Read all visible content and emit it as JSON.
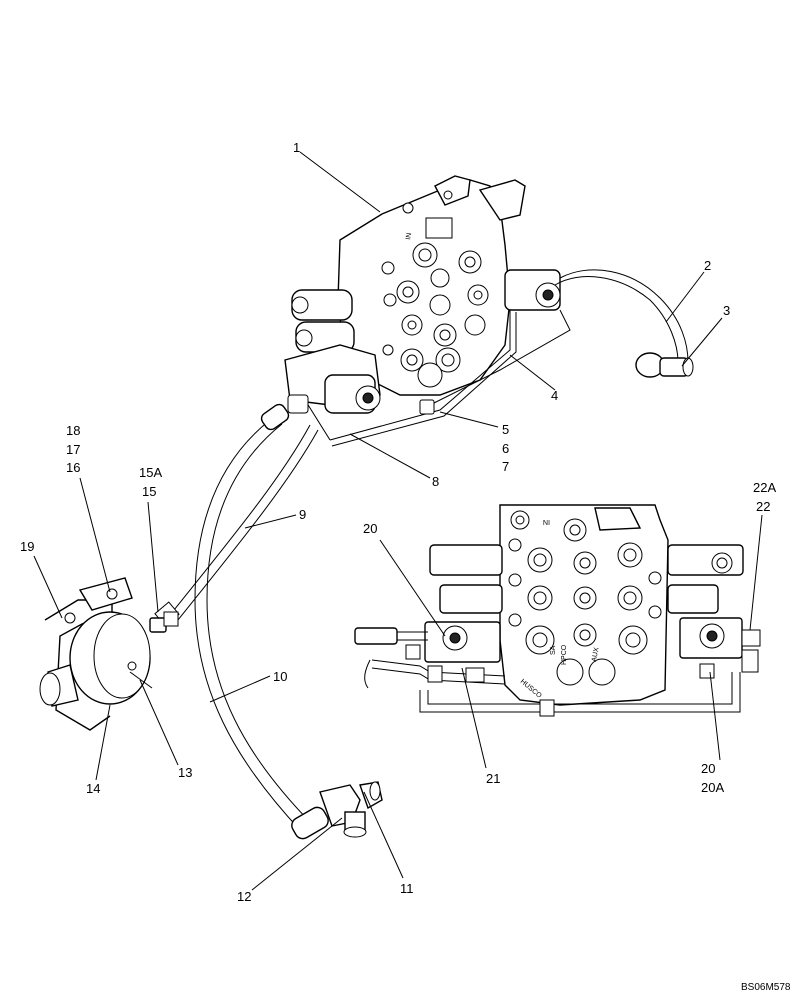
{
  "callouts": {
    "c1": "1",
    "c2": "2",
    "c3": "3",
    "c4": "4",
    "c5": "5",
    "c6": "6",
    "c7": "7",
    "c8": "8",
    "c9": "9",
    "c10": "10",
    "c11": "11",
    "c12": "12",
    "c13": "13",
    "c14": "14",
    "c15": "15",
    "c15A": "15A",
    "c16": "16",
    "c17": "17",
    "c18": "18",
    "c19": "19",
    "c20a": "20",
    "c20b": "20",
    "c20A": "20A",
    "c21": "21",
    "c22": "22",
    "c22A": "22A"
  },
  "valve_marks": {
    "in": "IN",
    "husco": "HUSCO",
    "aux": "AUX",
    "hpco": "HPCO",
    "sa": "SA"
  },
  "reference": "BS06M578"
}
